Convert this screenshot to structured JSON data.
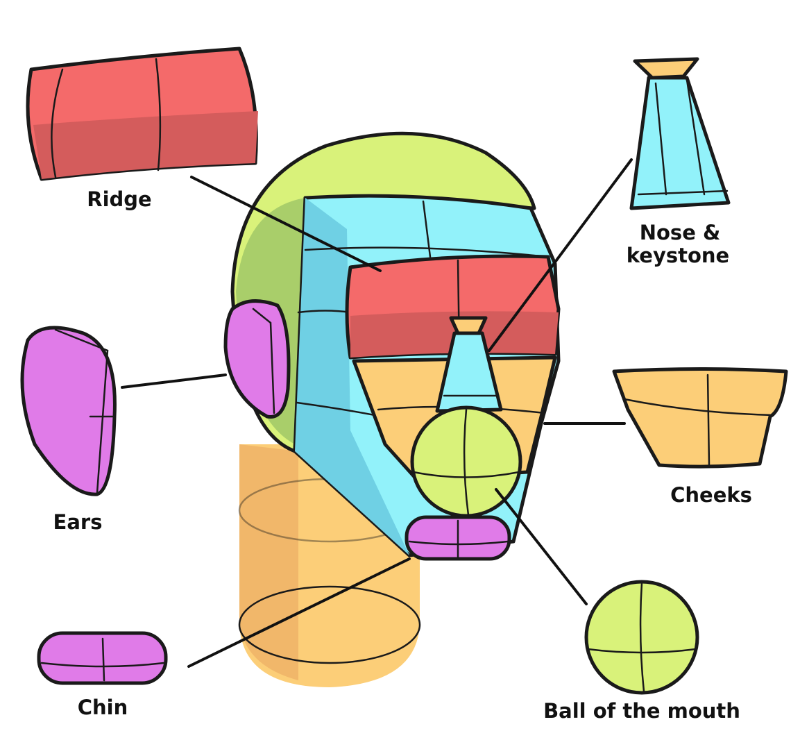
{
  "labels": {
    "ridge": "Ridge",
    "nose_line1": "Nose &",
    "nose_line2": "keystone",
    "ears": "Ears",
    "cheeks": "Cheeks",
    "chin": "Chin",
    "ball": "Ball of the mouth"
  },
  "colors": {
    "red": "#f46a6a",
    "red_dark": "#d45c5c",
    "cyan": "#92f2fa",
    "cyan_dark": "#6fd0e4",
    "green": "#d9f27a",
    "green_dark": "#9cc466",
    "purple": "#e07be8",
    "orange": "#fcce78",
    "orange_dark": "#eeb266"
  }
}
